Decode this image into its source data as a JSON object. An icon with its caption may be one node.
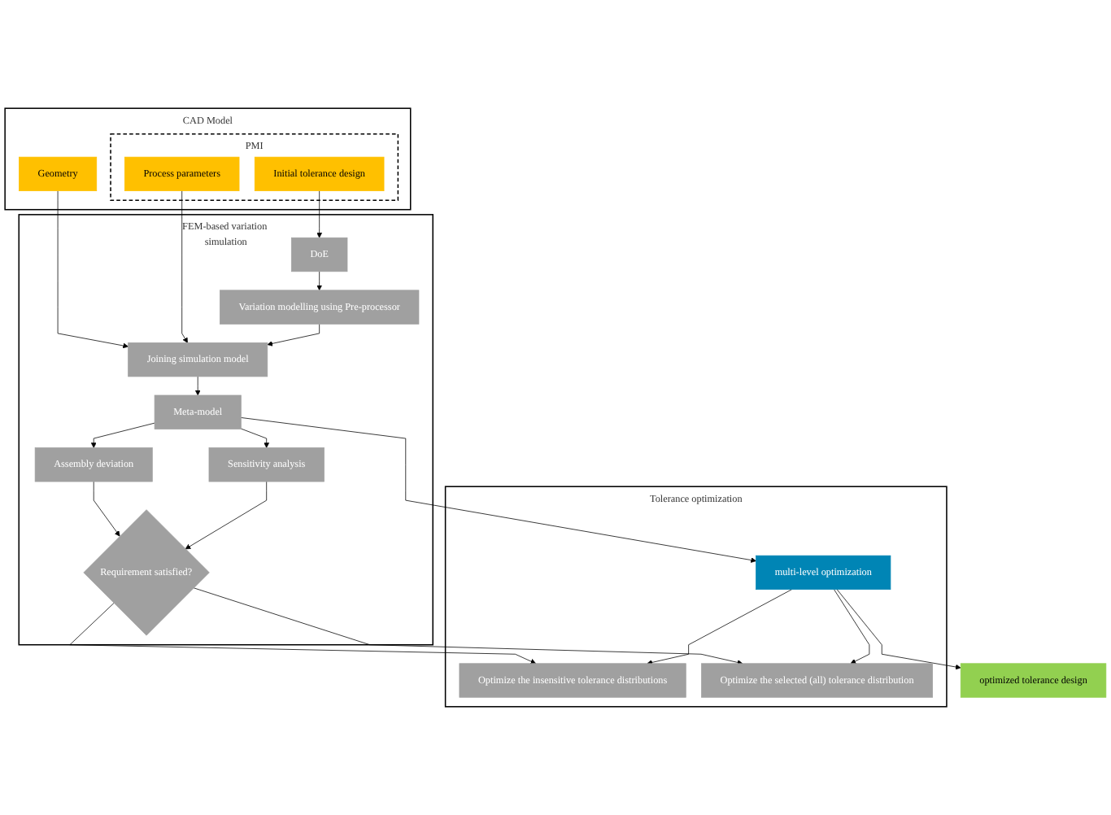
{
  "diagram": {
    "nodes": [
      {
        "text": [
          "CAD Model"
        ]
      },
      {
        "text": [
          "PMI"
        ],
        "in": 0
      },
      {
        "text": [
          "Geometry"
        ],
        "in": 0
      },
      {
        "text": [
          "Process parameters"
        ],
        "in": 1
      },
      {
        "text": [
          "Initial tolerance design"
        ],
        "in": 1
      },
      {
        "text": [
          "FEM-based variation simulation"
        ]
      },
      {
        "text": [
          "Joining simulation model"
        ],
        "in": 5
      },
      {
        "text": [
          "Variation modelling using Pre-processor"
        ],
        "in": 5
      },
      {
        "text": [
          "DoE"
        ],
        "in": 5
      },
      {
        "text": [
          "Meta-model"
        ],
        "in": 5
      },
      {
        "text": [
          "Assembly deviation"
        ],
        "in": 5
      },
      {
        "text": [
          "Sensitivity analysis"
        ],
        "in": 5
      },
      {
        "text": [
          "Requirement satisfied?"
        ],
        "in": 5
      },
      {
        "text": [
          "Tolerance optimization"
        ]
      },
      {
        "text": [
          "multi-level optimization"
        ],
        "in": 13
      },
      {
        "text": [
          "Optimize the insensitive tolerance distributions"
        ],
        "in": 13
      },
      {
        "text": [
          "Optimize the selected (all) tolerance distribution"
        ],
        "in": 13
      },
      {
        "text": [
          "optimized tolerance design"
        ]
      }
    ],
    "edges": [
      {
        "from": 2,
        "to": 6,
        "arrow": "to"
      },
      {
        "from": 3,
        "to": 6,
        "arrow": "to"
      },
      {
        "from": 4,
        "to": 8,
        "arrow": "to"
      },
      {
        "from": 8,
        "to": 7,
        "arrow": "to"
      },
      {
        "from": 7,
        "to": 6,
        "arrow": "to"
      },
      {
        "from": 6,
        "to": 9,
        "arrow": "to"
      },
      {
        "from": 9,
        "to": 10,
        "arrow": "to"
      },
      {
        "from": 9,
        "to": 11,
        "arrow": "to"
      },
      {
        "from": 10,
        "to": 12,
        "arrow": "to"
      },
      {
        "from": 11,
        "to": 12,
        "arrow": "to"
      },
      {
        "from": 12,
        "to": 15,
        "arrow": "to"
      },
      {
        "from": 12,
        "to": 16,
        "arrow": "to"
      },
      {
        "from": 9,
        "to": 14,
        "arrow": "to"
      },
      {
        "from": 14,
        "to": 15,
        "arrow": "to"
      },
      {
        "from": 14,
        "to": 16,
        "arrow": "to"
      },
      {
        "from": 14,
        "to": 17,
        "arrow": "to"
      }
    ]
  }
}
